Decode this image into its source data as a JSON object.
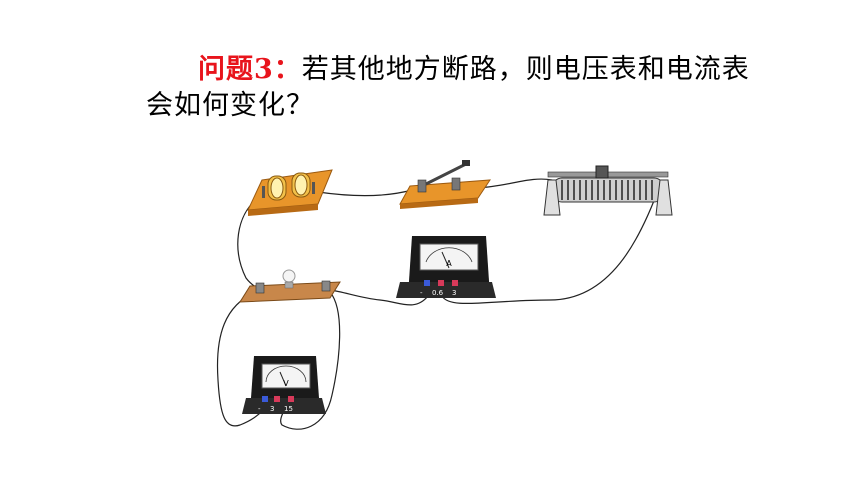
{
  "question": {
    "label": "问题3：",
    "text": "若其他地方断路，则电压表和电流表会如何变化？"
  },
  "ammeter": {
    "symbol": "A",
    "terminals": [
      "-",
      "0.6",
      "3"
    ]
  },
  "voltmeter": {
    "symbol": "V",
    "terminals": [
      "-",
      "3",
      "15"
    ]
  },
  "colors": {
    "question_label": "#e8141c",
    "wood": "#e8952a",
    "wire": "#222222"
  }
}
